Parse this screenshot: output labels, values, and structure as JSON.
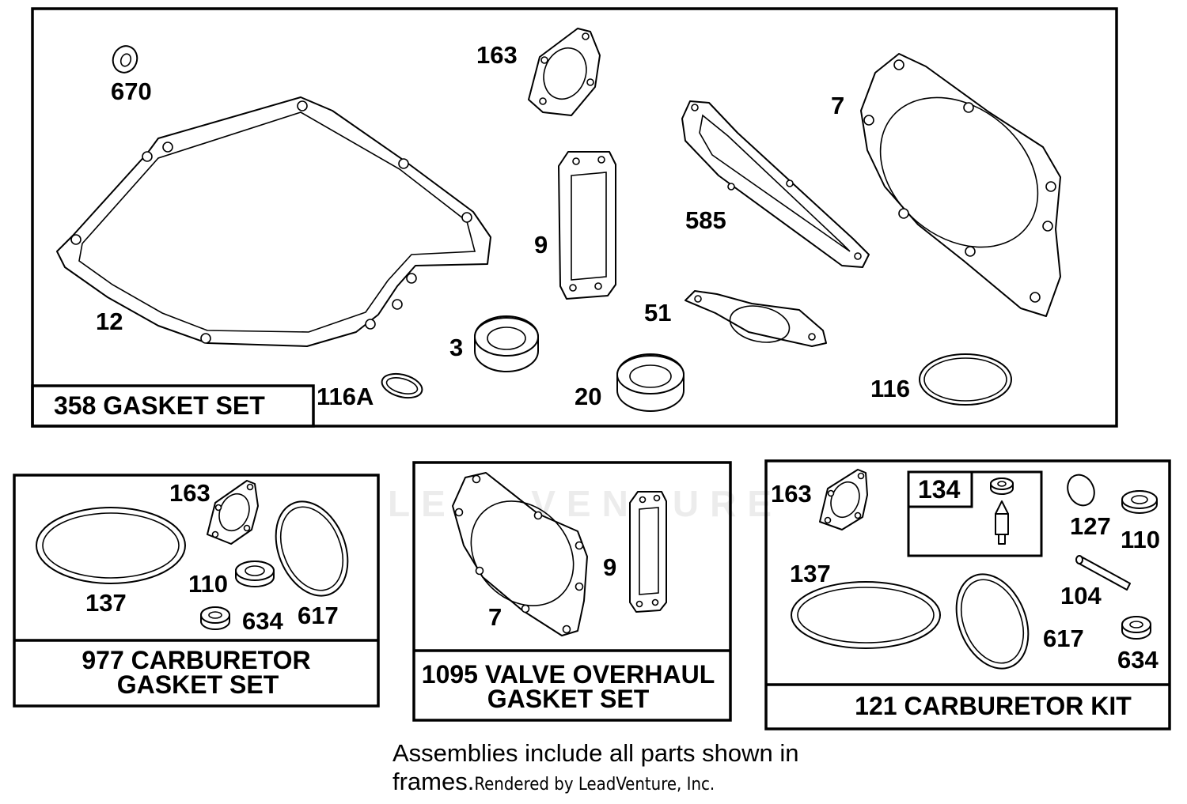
{
  "watermark_text": "LEADVENTURE",
  "frames": {
    "main": {
      "kit_label": "358 GASKET SET"
    },
    "carb_gasket": {
      "kit_label_line1": "977 CARBURETOR",
      "kit_label_line2": "GASKET SET"
    },
    "valve_overhaul": {
      "kit_label_line1": "1095 VALVE OVERHAUL",
      "kit_label_line2": "GASKET SET"
    },
    "carb_kit": {
      "kit_label": "121 CARBURETOR KIT",
      "sub_kit_label": "134"
    }
  },
  "callouts": {
    "main": [
      "670",
      "163",
      "7",
      "585",
      "9",
      "12",
      "51",
      "3",
      "20",
      "116A",
      "116"
    ],
    "carb_gasket": [
      "163",
      "137",
      "110",
      "634",
      "617"
    ],
    "valve_overhaul": [
      "9",
      "7"
    ],
    "carb_kit": [
      "163",
      "127",
      "110",
      "137",
      "104",
      "617",
      "634"
    ]
  },
  "footer": {
    "note": "Assemblies include all parts shown in frames.",
    "rendered_by": "Rendered by LeadVenture, Inc."
  }
}
